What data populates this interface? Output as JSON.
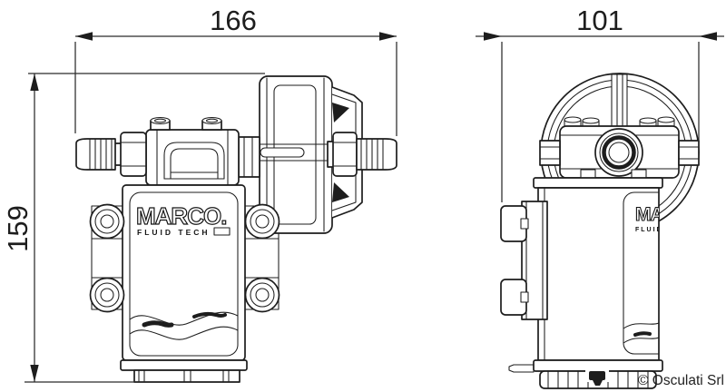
{
  "drawing": {
    "dimensions": {
      "length": "166",
      "height": "159",
      "width": "101"
    },
    "brand": {
      "name": "MARCO.",
      "tagline": "FLUID TECH"
    },
    "watermark": {
      "text": "© Osculati Srl"
    },
    "colors": {
      "line": "#1d1d1d",
      "background": "#ffffff"
    }
  }
}
